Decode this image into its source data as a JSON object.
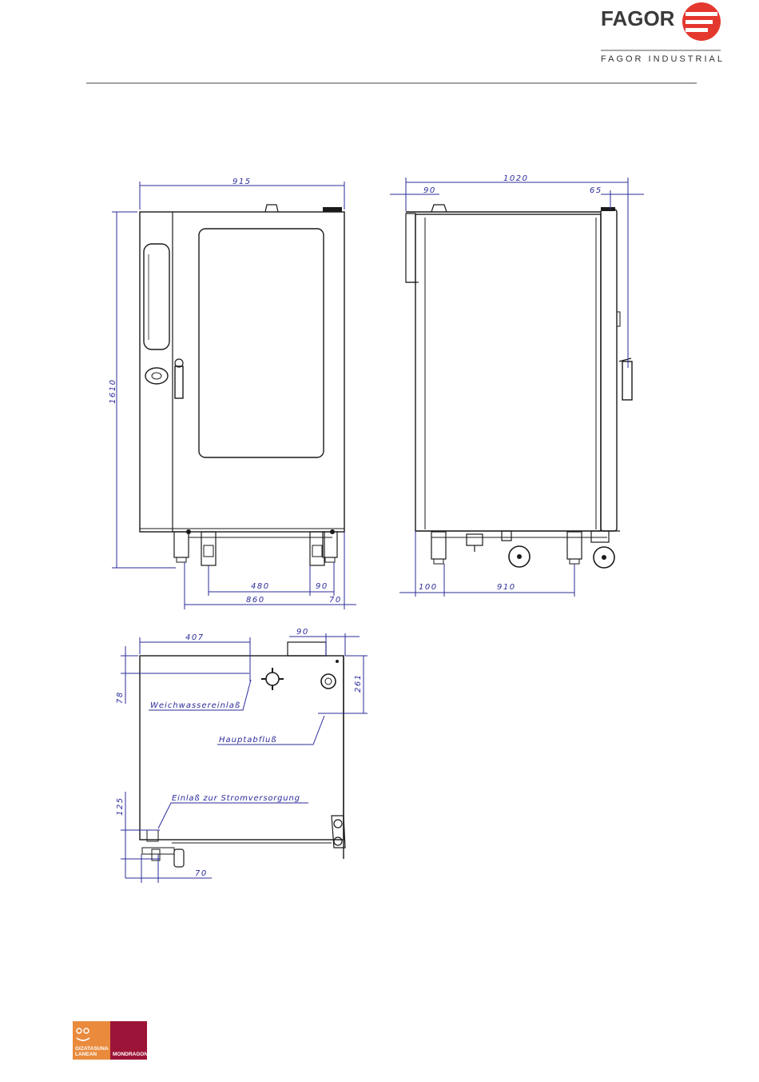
{
  "header": {
    "brand": "FAGOR",
    "brand_sub": "FAGOR INDUSTRIAL",
    "colors": {
      "brand_red": "#e4372e",
      "rule": "#444444"
    }
  },
  "front_view": {
    "dims": {
      "width": "915",
      "height": "1610",
      "feet_inner": "480",
      "right_foot": "90",
      "base": "860",
      "edge": "70"
    }
  },
  "side_view": {
    "dims": {
      "depth": "1020",
      "rear": "90",
      "front": "65",
      "back_foot": "100",
      "wheels": "910"
    }
  },
  "bottom_view": {
    "dims": {
      "water_x": "407",
      "drain_w": "90",
      "top_offset": "78",
      "drain_y": "261",
      "power_y": "125",
      "power_x": "70"
    },
    "labels": {
      "water": "Weichwassereinlaß",
      "drain": "Hauptabfluß",
      "power": "Einlaß zur Stromversorgung"
    }
  },
  "footer": {
    "coop_line1": "GIZATASUNA",
    "coop_line2": "LANEAN",
    "group": "MONDRAGON",
    "colors": {
      "coop": "#e98a3c",
      "group": "#9c1538"
    }
  }
}
